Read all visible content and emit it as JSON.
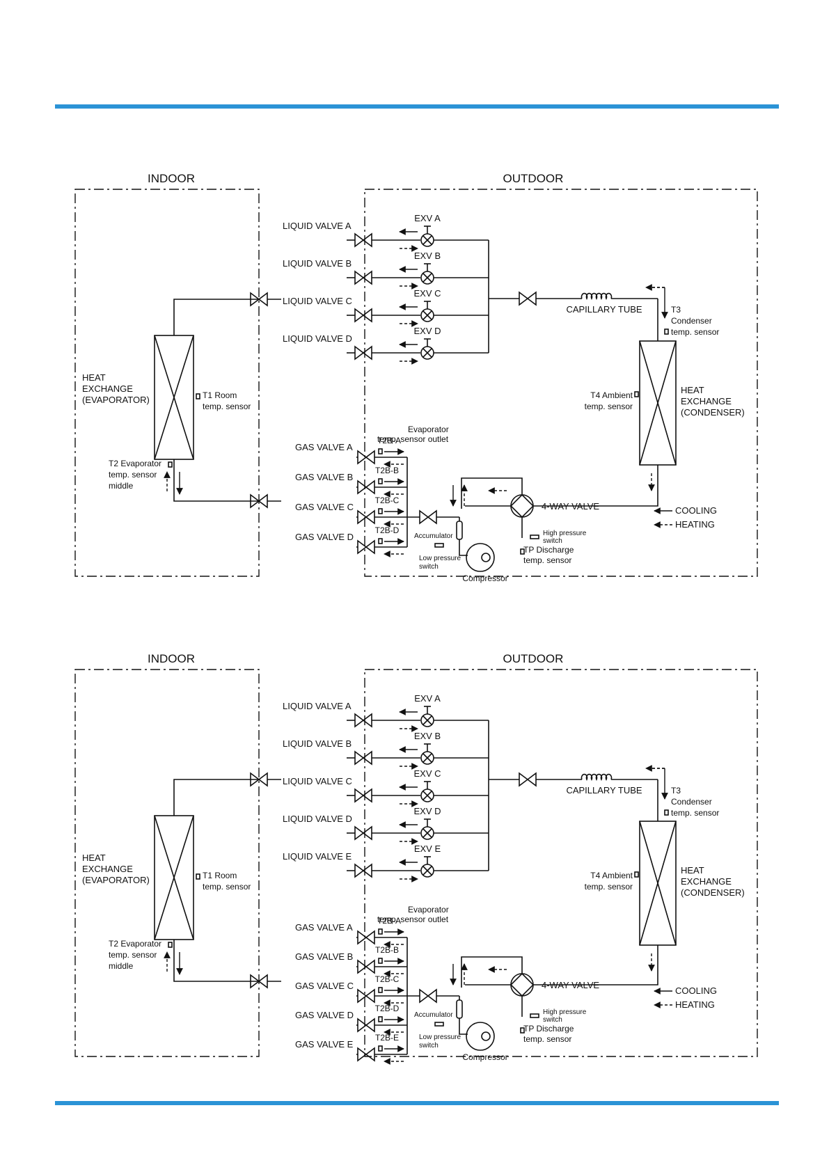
{
  "colors": {
    "accent_rule": "#2b93d6",
    "line": "#111111"
  },
  "diagrams": [
    {
      "indoor_label": "INDOOR",
      "outdoor_label": "OUTDOOR",
      "liquid_valves": [
        "LIQUID VALVE  A",
        "LIQUID VALVE  B",
        "LIQUID VALVE  C",
        "LIQUID VALVE  D"
      ],
      "exv": [
        "EXV A",
        "EXV B",
        "EXV C",
        "EXV D"
      ],
      "gas_valves": [
        "GAS VALVE A",
        "GAS VALVE B",
        "GAS VALVE C",
        "GAS VALVE D"
      ],
      "t2b": [
        "T2B-A",
        "T2B-B",
        "T2B-C",
        "T2B-D"
      ]
    },
    {
      "indoor_label": "INDOOR",
      "outdoor_label": "OUTDOOR",
      "liquid_valves": [
        "LIQUID VALVE  A",
        "LIQUID VALVE  B",
        "LIQUID VALVE  C",
        "LIQUID VALVE  D",
        "LIQUID VALVE  E"
      ],
      "exv": [
        "EXV A",
        "EXV B",
        "EXV C",
        "EXV D",
        "EXV E"
      ],
      "gas_valves": [
        "GAS VALVE A",
        "GAS VALVE B",
        "GAS VALVE C",
        "GAS VALVE D",
        "GAS VALVE E"
      ],
      "t2b": [
        "T2B-A",
        "T2B-B",
        "T2B-C",
        "T2B-D",
        "T2B-E"
      ]
    }
  ],
  "labels": {
    "hx_evap": [
      "HEAT",
      "EXCHANGE",
      "(EVAPORATOR)"
    ],
    "t1": [
      "T1 Room",
      "temp. sensor"
    ],
    "t2": [
      "T2 Evaporator",
      "temp. sensor",
      "middle"
    ],
    "capillary": "CAPILLARY TUBE",
    "t3": [
      "T3",
      "Condenser",
      "temp. sensor"
    ],
    "t4": [
      "T4 Ambient",
      "temp. sensor"
    ],
    "hx_cond": [
      "HEAT",
      "EXCHANGE",
      "(CONDENSER)"
    ],
    "evap_outlet": [
      "Evaporator",
      "temp. sensor outlet"
    ],
    "accumulator": "Accumulator",
    "high_pressure": [
      "High pressure",
      "switch"
    ],
    "low_pressure": [
      "Low pressure",
      "switch"
    ],
    "tp": [
      "TP Discharge",
      "temp. sensor"
    ],
    "compressor": "Compressor",
    "four_way": "4-WAY VALVE",
    "cooling": "COOLING",
    "heating": "HEATING"
  }
}
